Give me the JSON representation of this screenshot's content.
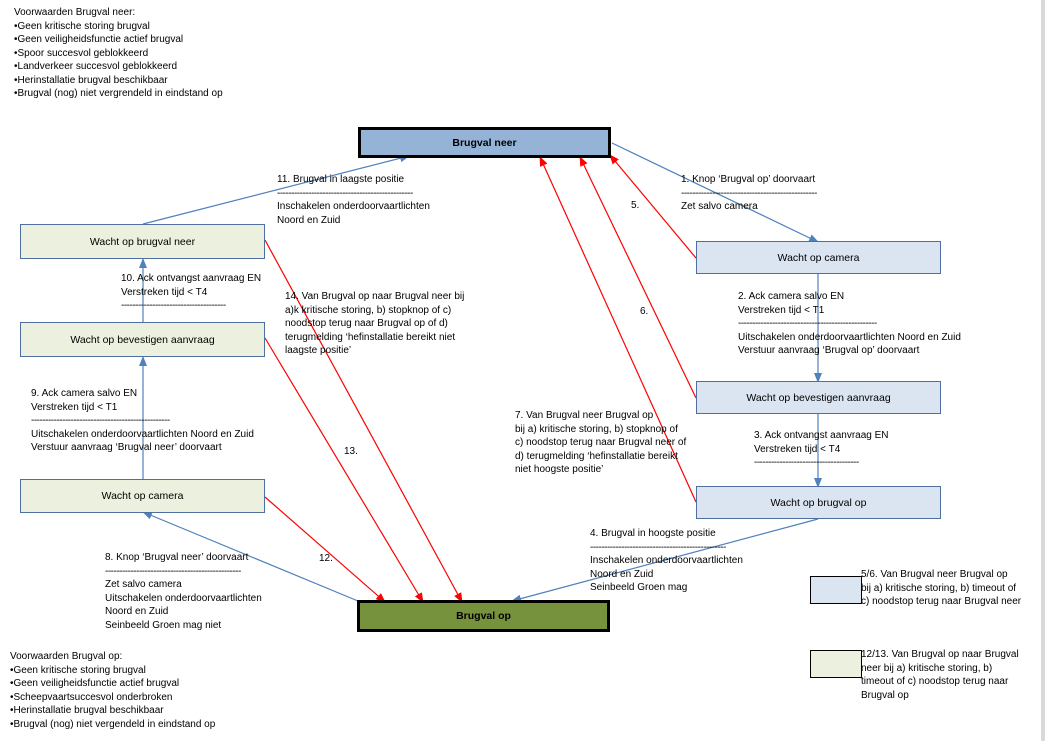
{
  "conditions_down": {
    "title": "Voorwaarden Brugval neer:",
    "items": [
      "•Geen kritische storing brugval",
      "•Geen veiligheidsfunctie actief brugval",
      "•Spoor succesvol geblokkeerd",
      "•Landverkeer succesvol geblokkeerd",
      "•Herinstallatie brugval beschikbaar",
      "•Brugval (nog) niet vergrendeld in eindstand op"
    ]
  },
  "conditions_up": {
    "title": "Voorwaarden Brugval op:",
    "items": [
      "•Geen kritische storing brugval",
      "•Geen veiligheidsfunctie actief brugval",
      "•Scheepvaartsuccesvol onderbroken",
      "•Herinstallatie brugval beschikbaar",
      "•Brugval (nog) niet vergendeld in eindstand op"
    ]
  },
  "states": {
    "brugval_neer": "Brugval neer",
    "brugval_op": "Brugval op",
    "right_camera": "Wacht op camera",
    "right_bevestigen": "Wacht op bevestigen aanvraag",
    "right_brugval_op": "Wacht op brugval op",
    "left_brugval_neer": "Wacht op brugval neer",
    "left_bevestigen": "Wacht op bevestigen aanvraag",
    "left_camera": "Wacht op camera"
  },
  "transitions": {
    "t1": [
      "1. Knop ‘Brugval op’ doorvaart",
      "------------------------------------------------",
      "Zet salvo camera"
    ],
    "t2": [
      "2. Ack camera salvo EN",
      "Verstreken tijd < T1",
      "-------------------------------------------------",
      "Uitschakelen onderdoorvaartlichten Noord en Zuid",
      "Verstuur aanvraag ‘Brugval op’ doorvaart"
    ],
    "t3": [
      "3. Ack ontvangst aanvraag EN",
      "Verstreken tijd < T4",
      "-------------------------------------"
    ],
    "t4": [
      "4. Brugval in hoogste positie",
      "------------------------------------------------",
      "Inschakelen onderdoorvaartlichten",
      "Noord en Zuid",
      "Seinbeeld Groen mag"
    ],
    "t5": "5.",
    "t6": "6.",
    "t7": [
      "7. Van Brugval neer Brugval op",
      "bij a) kritische storing, b) stopknop of",
      "c) noodstop terug naar Brugval neer of",
      "d) terugmelding ‘hefinstallatie bereikt",
      "niet hoogste positie’"
    ],
    "t8": [
      "8. Knop ‘Brugval neer’ doorvaart",
      "------------------------------------------------",
      "Zet salvo camera",
      "Uitschakelen onderdoorvaartlichten",
      "Noord en Zuid",
      "Seinbeeld Groen mag niet"
    ],
    "t9": [
      "9. Ack camera salvo EN",
      "Verstreken tijd < T1",
      "-------------------------------------------------",
      "Uitschakelen onderdoorvaartlichten Noord en Zuid",
      "Verstuur aanvraag ‘Brugval neer’ doorvaart"
    ],
    "t10": [
      "10. Ack ontvangst aanvraag EN",
      "Verstreken tijd < T4",
      "-------------------------------------"
    ],
    "t11": [
      "11. Brugval in laagste positie",
      "------------------------------------------------",
      "Inschakelen onderdoorvaartlichten",
      "Noord en Zuid"
    ],
    "t12": "12.",
    "t13": "13.",
    "t14": [
      "14. Van Brugval op naar Brugval neer bij",
      "a)k kritische storing, b) stopknop of c)",
      "noodstop terug naar Brugval op of d)",
      "terugmelding ‘hefinstallatie bereikt niet",
      "laagste positie’"
    ]
  },
  "legend": {
    "blue": [
      "5/6. Van Brugval neer Brugval op",
      "bij a) kritische storing, b) timeout of",
      "c) noodstop terug naar Brugval neer"
    ],
    "green": [
      "12/13. Van Brugval op naar Brugval",
      "neer bij a) kritische storing, b)",
      "timeout of c) noodstop terug naar",
      "Brugval op"
    ]
  },
  "colors": {
    "normal_arrow": "#4f81bd",
    "fault_arrow": "#ff0000",
    "state_blue": "#dbe5f1",
    "state_green": "#ebf1de",
    "main_blue": "#95b3d7",
    "main_green": "#76923c"
  }
}
